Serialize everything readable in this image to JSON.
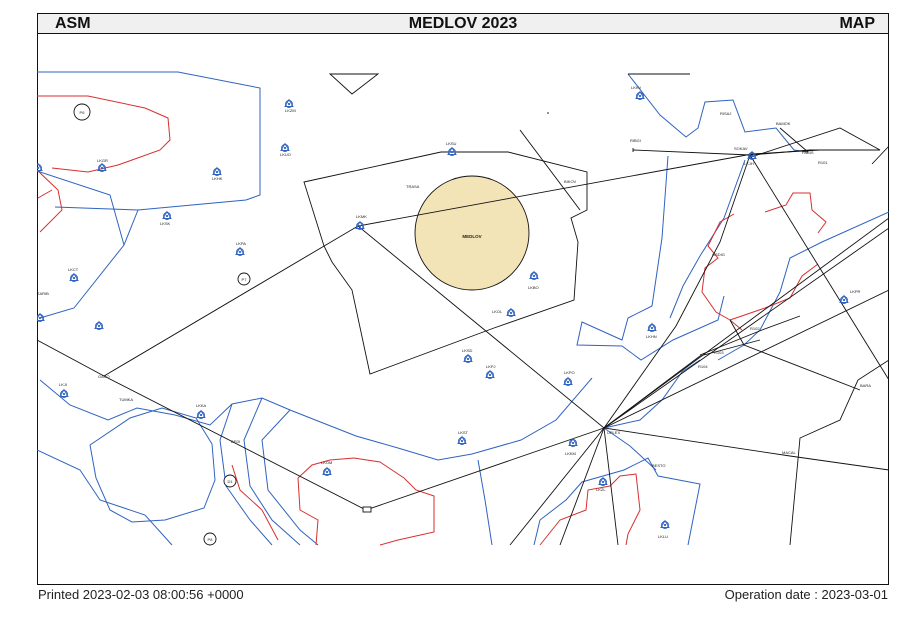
{
  "header": {
    "left": "ASM",
    "center": "MEDLOV 2023",
    "right": "MAP"
  },
  "footer": {
    "printed": "Printed 2023-02-03 08:00:56 +0000",
    "operation_date": "Operation date : 2023-03-01"
  },
  "colors": {
    "tma_boundary": "#2f63c0",
    "ctr_boundary": "#d82f2f",
    "route": "#111111",
    "area_fill": "#f3e4b8",
    "airfield_icon": "#2f63c0"
  },
  "map": {
    "area_label": "MEDLOV",
    "airfields": [
      "LKZM",
      "LKUO",
      "LKHK",
      "LKGR",
      "LKSK",
      "LKPA",
      "LKCT",
      "LKJI",
      "LKKA",
      "LKOM",
      "LKST",
      "LKBO",
      "LKSU",
      "LKMK",
      "LKOL",
      "LKSD",
      "LKPJ",
      "LKPO",
      "LKKV",
      "LKHN",
      "LKKM",
      "LKZL",
      "LKLU",
      "LKPR",
      "LKJH"
    ],
    "points": [
      "TRASA",
      "BIKOV",
      "RIBGI",
      "SOKAV",
      "BAMOK",
      "RISAJ",
      "PABIS",
      "R101",
      "OSDIG",
      "R102",
      "R103",
      "R104",
      "UPLEX",
      "MACAL",
      "BESTO",
      "BARA",
      "TUMKA",
      "BEDI",
      "GASO",
      "ZARIB"
    ],
    "areas": [
      "P6",
      "P7",
      "D1",
      "P8"
    ]
  }
}
